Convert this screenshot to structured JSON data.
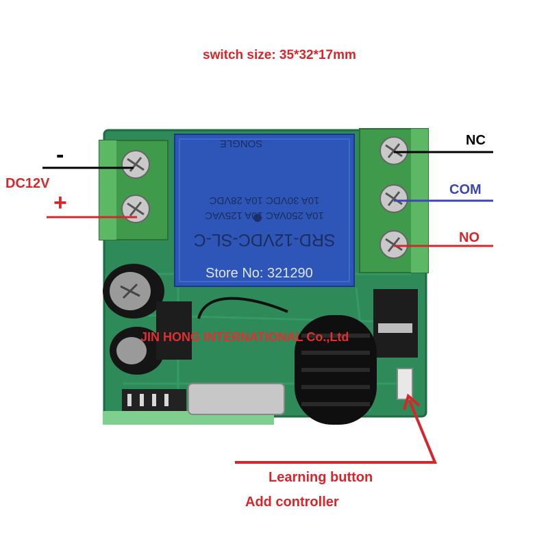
{
  "header": {
    "size_text": "switch size:  35*32*17mm"
  },
  "power": {
    "voltage_label": "DC12V",
    "minus_symbol": "-",
    "plus_symbol": "+"
  },
  "outputs": {
    "nc_label": "NC",
    "com_label": "COM",
    "no_label": "NO"
  },
  "relay": {
    "model": "SRD-12VDC-SL-C",
    "rating_line_1": "10A 250VAC  10A 125VAC",
    "rating_line_2": "10A 30VDC  10A 28VDC",
    "brand": "SONGLE"
  },
  "watermarks": {
    "store": "Store No: 321290",
    "company": "JIN HONG INTERNATIONAL Co.,Ltd"
  },
  "annotations": {
    "learning_button": "Learning button",
    "add_controller": "Add controller"
  },
  "colors": {
    "accent_red": "#d7262a",
    "com_blue": "#3c46b4",
    "pcb_green": "#2f8a5a",
    "terminal_green": "#3f9a4c",
    "relay_blue": "#2d56b8"
  }
}
